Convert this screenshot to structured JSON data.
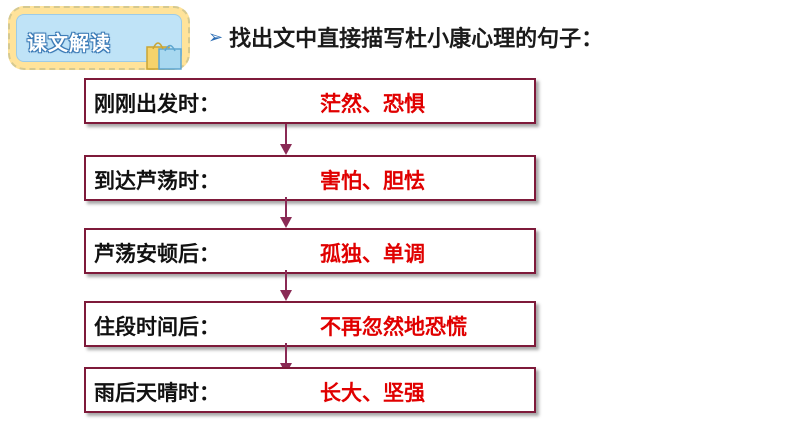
{
  "badge": {
    "label": "课文解读"
  },
  "heading": {
    "marker": "➢",
    "text": "找出文中直接描写杜小康心理的句子："
  },
  "stages": [
    {
      "label": "刚刚出发时：",
      "value": "茫然、恐惧"
    },
    {
      "label": "到达芦荡时：",
      "value": "害怕、胆怯"
    },
    {
      "label": "芦荡安顿后：",
      "value": "孤独、单调"
    },
    {
      "label": "住段时间后：",
      "value": "不再忽然地恐慌"
    },
    {
      "label": "雨后天晴时：",
      "value": "长大、坚强"
    }
  ],
  "colors": {
    "label": "#111111",
    "value": "#e00000",
    "border": "#7e1a3a",
    "arrow": "#8a2a55",
    "badge_bg": "#ffe39a",
    "badge_inner": "#bfe3f7"
  }
}
